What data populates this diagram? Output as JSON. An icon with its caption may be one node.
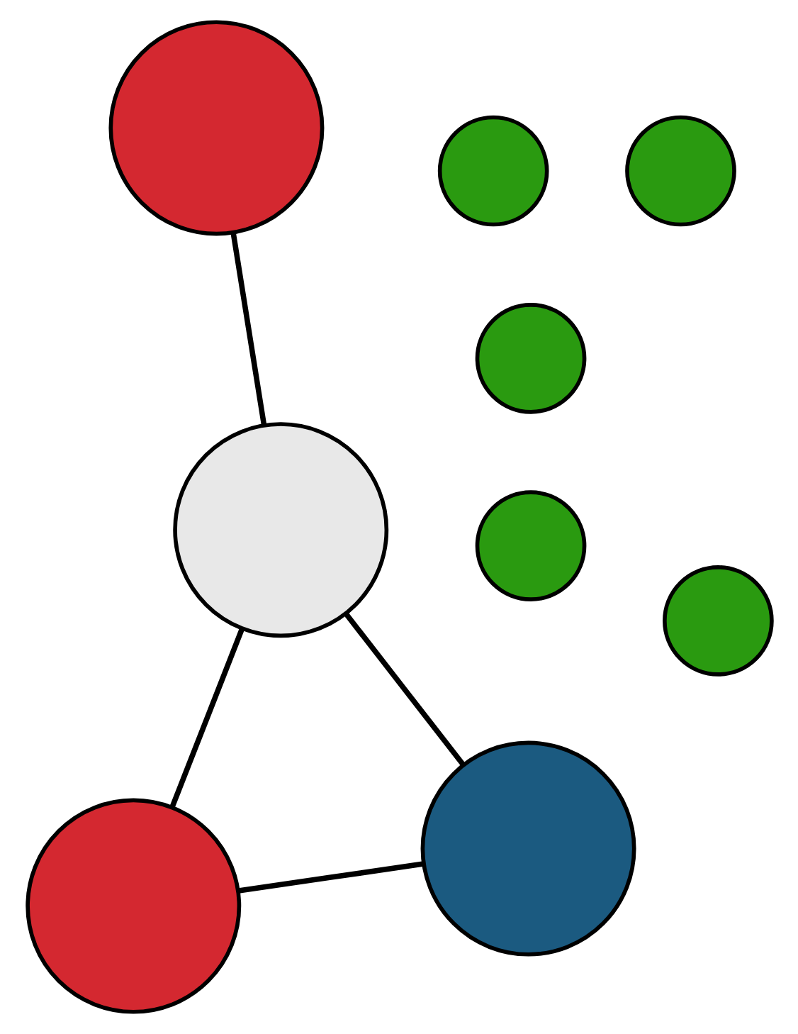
{
  "diagram": {
    "nodes": [
      {
        "text": [],
        "shape": "circle"
      },
      {
        "text": [],
        "shape": "circle"
      },
      {
        "text": [],
        "shape": "circle"
      },
      {
        "text": [],
        "shape": "circle"
      },
      {
        "text": [],
        "shape": "circle"
      },
      {
        "text": [],
        "shape": "circle"
      },
      {
        "text": [],
        "shape": "circle"
      },
      {
        "text": [],
        "shape": "circle"
      },
      {
        "text": [],
        "shape": "circle"
      }
    ],
    "edges": [
      {
        "from": 2,
        "to": 1,
        "arrow": "none"
      },
      {
        "from": 2,
        "to": 4,
        "arrow": "none"
      },
      {
        "from": 1,
        "to": 4,
        "arrow": "none"
      },
      {
        "from": 4,
        "to": 8,
        "arrow": "none"
      }
    ]
  }
}
